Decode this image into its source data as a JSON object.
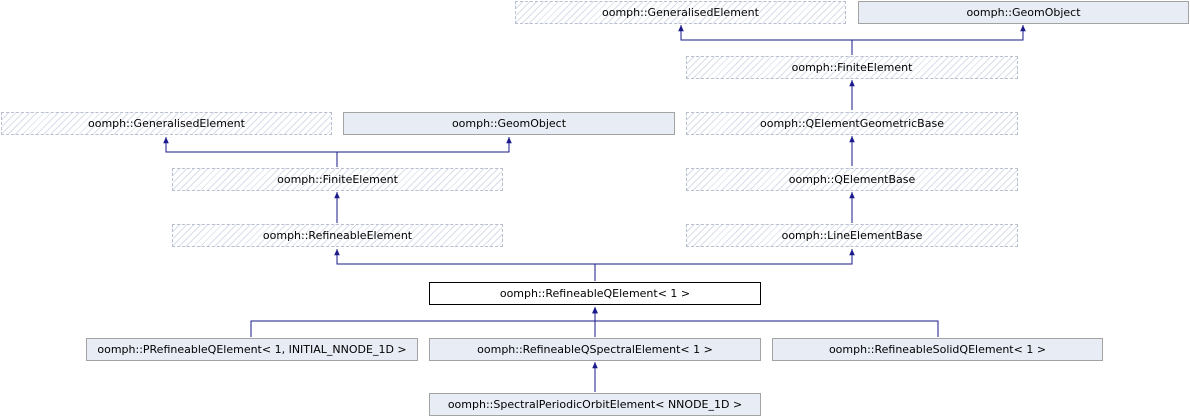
{
  "colors": {
    "edge": "#1a1a8a",
    "node_fill": "#e8ecf5",
    "node_border": "#a3a3a3"
  },
  "nodes": {
    "top_generalised_element": {
      "label": "oomph::GeneralisedElement"
    },
    "top_geom_object": {
      "label": "oomph::GeomObject"
    },
    "right_finite_element": {
      "label": "oomph::FiniteElement"
    },
    "left_generalised_element": {
      "label": "oomph::GeneralisedElement"
    },
    "left_geom_object": {
      "label": "oomph::GeomObject"
    },
    "qelement_geometric_base": {
      "label": "oomph::QElementGeometricBase"
    },
    "left_finite_element": {
      "label": "oomph::FiniteElement"
    },
    "qelement_base": {
      "label": "oomph::QElementBase"
    },
    "refineable_element": {
      "label": "oomph::RefineableElement"
    },
    "line_element_base": {
      "label": "oomph::LineElementBase"
    },
    "refineable_qelement": {
      "label": "oomph::RefineableQElement< 1 >"
    },
    "prefineable_qelement": {
      "label": "oomph::PRefineableQElement< 1, INITIAL_NNODE_1D >"
    },
    "refineable_qspectral_element": {
      "label": "oomph::RefineableQSpectralElement< 1 >"
    },
    "refineable_solid_qelement": {
      "label": "oomph::RefineableSolidQElement< 1 >"
    },
    "spectral_periodic_orbit_element": {
      "label": "oomph::SpectralPeriodicOrbitElement< NNODE_1D >"
    }
  }
}
